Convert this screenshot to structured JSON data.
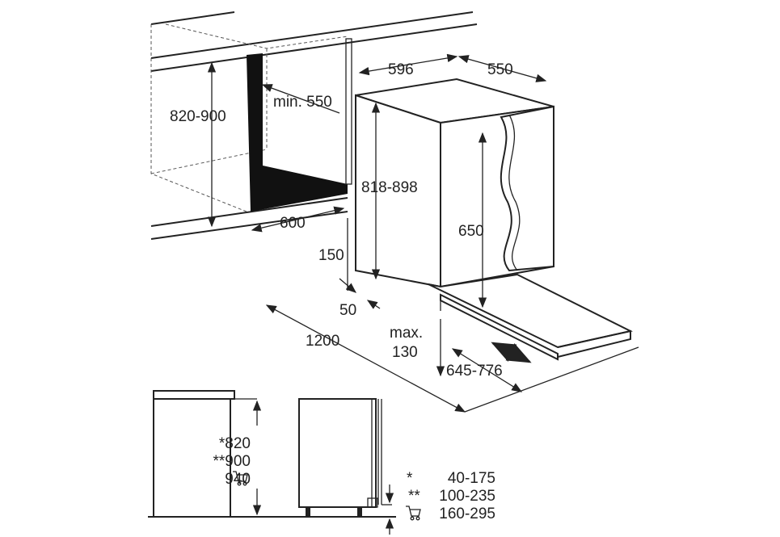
{
  "diagram": {
    "dimensions": {
      "niche_height": "820-900",
      "niche_min_depth": "min. 550",
      "niche_width": "600",
      "appliance_width": "596",
      "appliance_depth": "550",
      "appliance_height": "818-898",
      "door_height": "650",
      "plinth_height": "150",
      "plinth_depth": "50",
      "door_open_clearance": "1200",
      "max_label": "max.",
      "max_value": "130",
      "door_adjust": "645-776"
    },
    "side_view": {
      "heights": [
        "*820",
        "**900",
        "940"
      ],
      "legend": [
        {
          "marker": "*",
          "value": "40-175"
        },
        {
          "marker": "**",
          "value": "100-235"
        },
        {
          "marker": "cart-icon",
          "value": "160-295"
        }
      ]
    }
  }
}
